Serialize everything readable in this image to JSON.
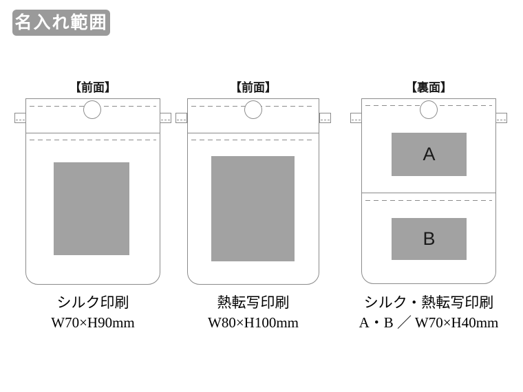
{
  "badge": {
    "label": "名入れ範囲",
    "bg": "#9a9a9a",
    "text_color": "#ffffff"
  },
  "colors": {
    "pouch_outline": "#8a8a8a",
    "print_area_fill": "#a2a2a2",
    "caption_text": "#000000"
  },
  "panels": [
    {
      "id": "front-silk",
      "header": "【前面】",
      "caption_method": "シルク印刷",
      "caption_size": "W70×H90mm",
      "print_areas": [
        {
          "label": ""
        }
      ]
    },
    {
      "id": "front-thermal",
      "header": "【前面】",
      "caption_method": "熱転写印刷",
      "caption_size": "W80×H100mm",
      "print_areas": [
        {
          "label": ""
        }
      ]
    },
    {
      "id": "back",
      "header": "【裏面】",
      "caption_method": "シルク・熱転写印刷",
      "caption_size": "A・B ／ W70×H40mm",
      "print_areas": [
        {
          "label": "A"
        },
        {
          "label": "B"
        }
      ]
    }
  ]
}
